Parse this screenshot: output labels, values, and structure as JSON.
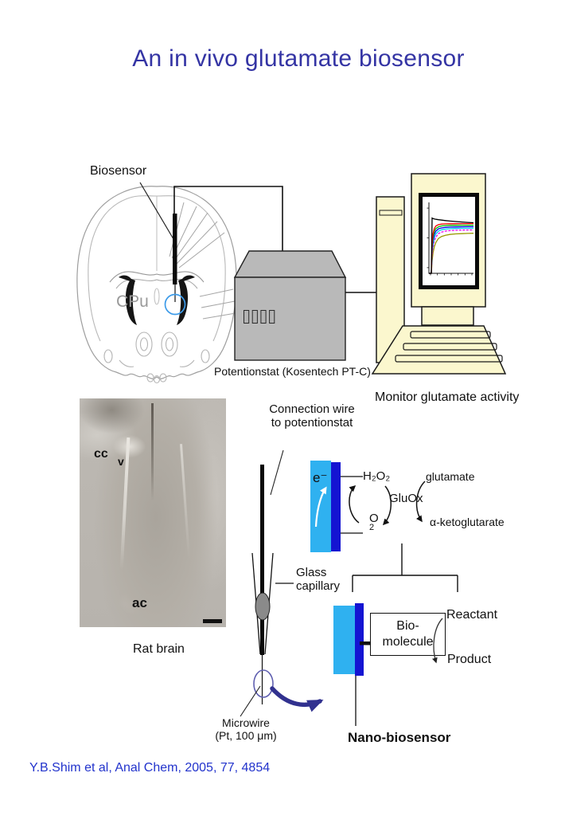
{
  "slide": {
    "title": "An in vivo glutamate biosensor",
    "citation": "Y.B.Shim et al, Anal Chem, 2005, 77, 4854"
  },
  "setup": {
    "biosensor_label": "Biosensor",
    "brain_region": "CPu",
    "potentiostat_label": "Potentionstat (Kosentech PT-C)",
    "monitor_caption": "Monitor glutamate activity"
  },
  "histology": {
    "label_cc": "cc",
    "label_v": "v",
    "label_ac": "ac",
    "caption": "Rat brain"
  },
  "probe": {
    "connection_wire_line1": "Connection wire",
    "connection_wire_line2": "to potentionstat",
    "glass_capillary_line1": "Glass",
    "glass_capillary_line2": "capillary",
    "microwire_line1": "Microwire",
    "microwire_line2": "(Pt, 100 μm)",
    "nano_label": "Nano-biosensor"
  },
  "reaction": {
    "electron": "e⁻",
    "h2o2": "H₂O₂",
    "o2_base": "O",
    "o2_sub": "2",
    "enzyme": "GluOx",
    "substrate": "glutamate",
    "product": "α-ketoglutarate"
  },
  "biomolecule": {
    "line1": "Bio-",
    "line2": "molecule",
    "reactant": "Reactant",
    "product": "Product"
  },
  "colors": {
    "title_blue": "#3434A4",
    "citation_blue": "#2233CC",
    "electrode_light_blue": "#2FB1F0",
    "electrode_dark_blue": "#1414D2",
    "potentiostat_gray": "#B9B9B9",
    "computer_cream": "#FBF7CE",
    "arrow_navy": "#31318F",
    "target_circle_blue": "#3D9BE9"
  },
  "chart_data": {
    "type": "line",
    "context": "miniature current-time response curves shown on the computer monitor",
    "x": [
      0,
      0.38,
      0.5,
      0.65,
      0.85,
      1.1,
      1.5,
      2,
      2.6,
      3.3,
      4.2,
      5.2,
      6.1,
      7
    ],
    "series": [
      {
        "name": "curve-black",
        "color": "#000000",
        "values": [
          0,
          0,
          0.975,
          0.965,
          0.958,
          0.952,
          0.945,
          0.938,
          0.93,
          0.922,
          0.913,
          0.905,
          0.898,
          0.892
        ]
      },
      {
        "name": "curve-red",
        "color": "#FF0000",
        "values": [
          0,
          0,
          0.52,
          0.7,
          0.79,
          0.835,
          0.858,
          0.868,
          0.872,
          0.874,
          0.875,
          0.876,
          0.876,
          0.876
        ]
      },
      {
        "name": "curve-green",
        "color": "#00BB00",
        "values": [
          0,
          0,
          0.46,
          0.64,
          0.74,
          0.79,
          0.82,
          0.835,
          0.842,
          0.845,
          0.847,
          0.848,
          0.849,
          0.849
        ]
      },
      {
        "name": "curve-blue",
        "color": "#0000EE",
        "values": [
          0,
          0,
          0.4,
          0.58,
          0.69,
          0.745,
          0.785,
          0.8,
          0.81,
          0.815,
          0.818,
          0.82,
          0.821,
          0.821
        ]
      },
      {
        "name": "curve-cyan",
        "color": "#00CCEE",
        "values": [
          0,
          0,
          0.35,
          0.52,
          0.63,
          0.695,
          0.745,
          0.768,
          0.78,
          0.787,
          0.791,
          0.793,
          0.794,
          0.795
        ]
      },
      {
        "name": "curve-magenta",
        "color": "#EE00EE",
        "dash": true,
        "values": [
          0,
          0,
          0.3,
          0.46,
          0.57,
          0.64,
          0.7,
          0.728,
          0.744,
          0.753,
          0.759,
          0.762,
          0.764,
          0.765
        ]
      },
      {
        "name": "curve-olive",
        "color": "#999900",
        "values": [
          0,
          0,
          0.22,
          0.36,
          0.47,
          0.545,
          0.615,
          0.65,
          0.672,
          0.685,
          0.695,
          0.7,
          0.704,
          0.707
        ]
      }
    ],
    "title": "",
    "xlabel": "",
    "ylabel": "",
    "xlim": [
      0,
      7
    ],
    "ylim": [
      0,
      1.25
    ],
    "x_ticks": 7,
    "y_ticks": 3,
    "note": "axis tick labels are not legible at source resolution"
  }
}
